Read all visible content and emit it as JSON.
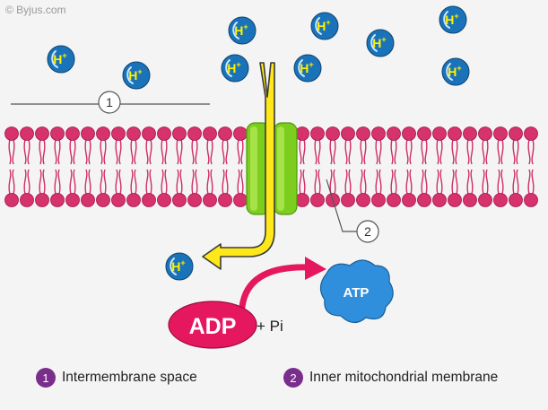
{
  "watermark": "© Byjus.com",
  "ion_label": "H+",
  "callouts": [
    "1",
    "2"
  ],
  "molecules": {
    "adp": "ADP",
    "pi": "+ Pi",
    "atp": "ATP"
  },
  "legend": [
    {
      "number": "1",
      "label": "Intermembrane space"
    },
    {
      "number": "2",
      "label": "Inner mitochondrial membrane"
    }
  ],
  "colors": {
    "background": "#f4f4f4",
    "lipid_head": "#d6336c",
    "protein_channel": "#7ccd1e",
    "arrow_flow": "#ffe81a",
    "adp": "#e5175e",
    "atp": "#2f8fdc",
    "ion": "#1a73b8",
    "legend_badge": "#7a2e8c"
  }
}
